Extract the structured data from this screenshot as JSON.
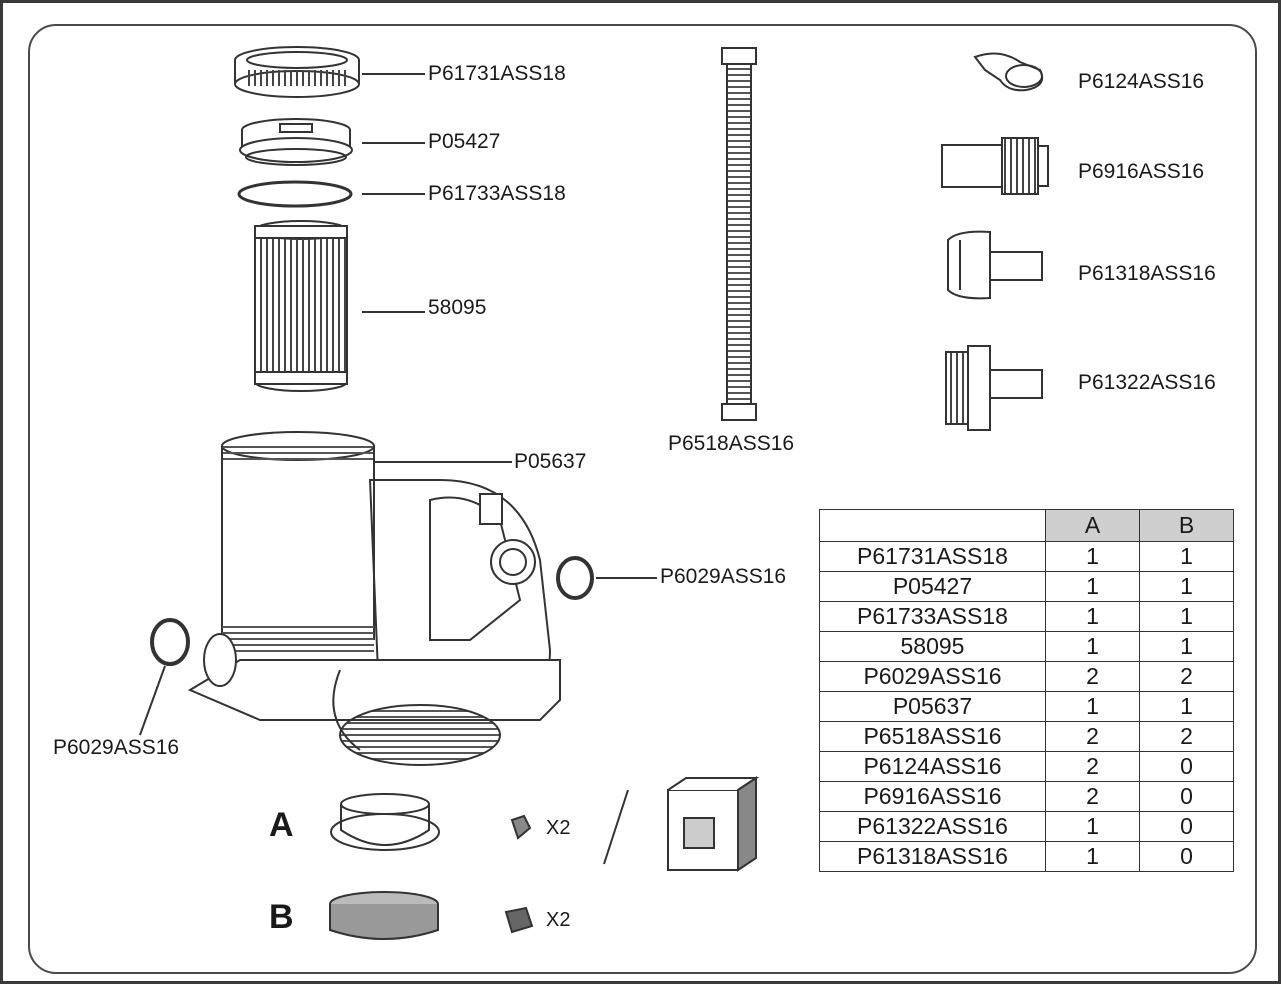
{
  "labels": {
    "p61731": "P61731ASS18",
    "p05427": "P05427",
    "p61733": "P61733ASS18",
    "p58095": "58095",
    "p05637": "P05637",
    "p6029_right": "P6029ASS16",
    "p6029_left": "P6029ASS16",
    "p6518": "P6518ASS16",
    "p6124": "P6124ASS16",
    "p6916": "P6916ASS16",
    "p61318": "P61318ASS16",
    "p61322": "P61322ASS16"
  },
  "kits": {
    "a_letter": "A",
    "a_count": "X2",
    "b_letter": "B",
    "b_count": "X2"
  },
  "table": {
    "columns": [
      "A",
      "B"
    ],
    "rows": [
      {
        "part": "P61731ASS18",
        "a": "1",
        "b": "1"
      },
      {
        "part": "P05427",
        "a": "1",
        "b": "1"
      },
      {
        "part": "P61733ASS18",
        "a": "1",
        "b": "1"
      },
      {
        "part": "58095",
        "a": "1",
        "b": "1"
      },
      {
        "part": "P6029ASS16",
        "a": "2",
        "b": "2"
      },
      {
        "part": "P05637",
        "a": "1",
        "b": "1"
      },
      {
        "part": "P6518ASS16",
        "a": "2",
        "b": "2"
      },
      {
        "part": "P6124ASS16",
        "a": "2",
        "b": "0"
      },
      {
        "part": "P6916ASS16",
        "a": "2",
        "b": "0"
      },
      {
        "part": "P61322ASS16",
        "a": "1",
        "b": "0"
      },
      {
        "part": "P61318ASS16",
        "a": "1",
        "b": "0"
      }
    ]
  }
}
